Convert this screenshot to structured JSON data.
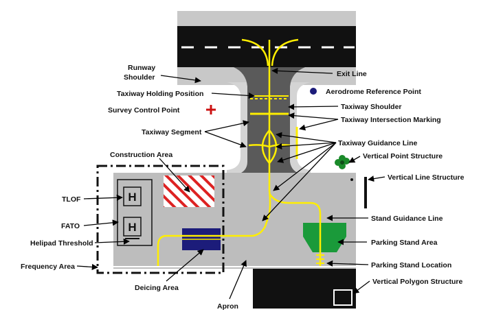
{
  "labels": {
    "runway_shoulder_line1": "Runway",
    "runway_shoulder_line2": "Shoulder",
    "exit_line": "Exit Line",
    "taxiway_holding_position": "Taxiway Holding Position",
    "aerodrome_reference_point": "Aerodrome Reference Point",
    "survey_control_point": "Survey Control Point",
    "taxiway_shoulder": "Taxiway Shoulder",
    "taxiway_intersection_marking": "Taxiway Intersection Marking",
    "taxiway_segment": "Taxiway Segment",
    "taxiway_guidance_line": "Taxiway Guidance Line",
    "construction_area": "Construction Area",
    "vertical_point_structure": "Vertical Point Structure",
    "vertical_line_structure": "Vertical Line Structure",
    "tlof": "TLOF",
    "fato": "FATO",
    "helipad_threshold": "Helipad Threshold",
    "stand_guidance_line": "Stand Guidance Line",
    "parking_stand_area": "Parking Stand Area",
    "parking_stand_location": "Parking Stand Location",
    "frequency_area": "Frequency Area",
    "deicing_area": "Deicing Area",
    "apron": "Apron",
    "vertical_polygon_structure": "Vertical Polygon Structure"
  },
  "helipad_letter": "H",
  "colors": {
    "runway": "#111111",
    "shoulder": "#c8c8c8",
    "taxiway": "#5a5a5a",
    "apron": "#bdbdbd",
    "guidance_line": "#ffee00",
    "parking_stand": "#1a9a3a",
    "deicing": "#1c1c7a",
    "survey_point": "#cc1111",
    "reference_point": "#1c1c7a",
    "vertical_point": "#1a8a2a",
    "construction_hatch": "#dd2222"
  }
}
